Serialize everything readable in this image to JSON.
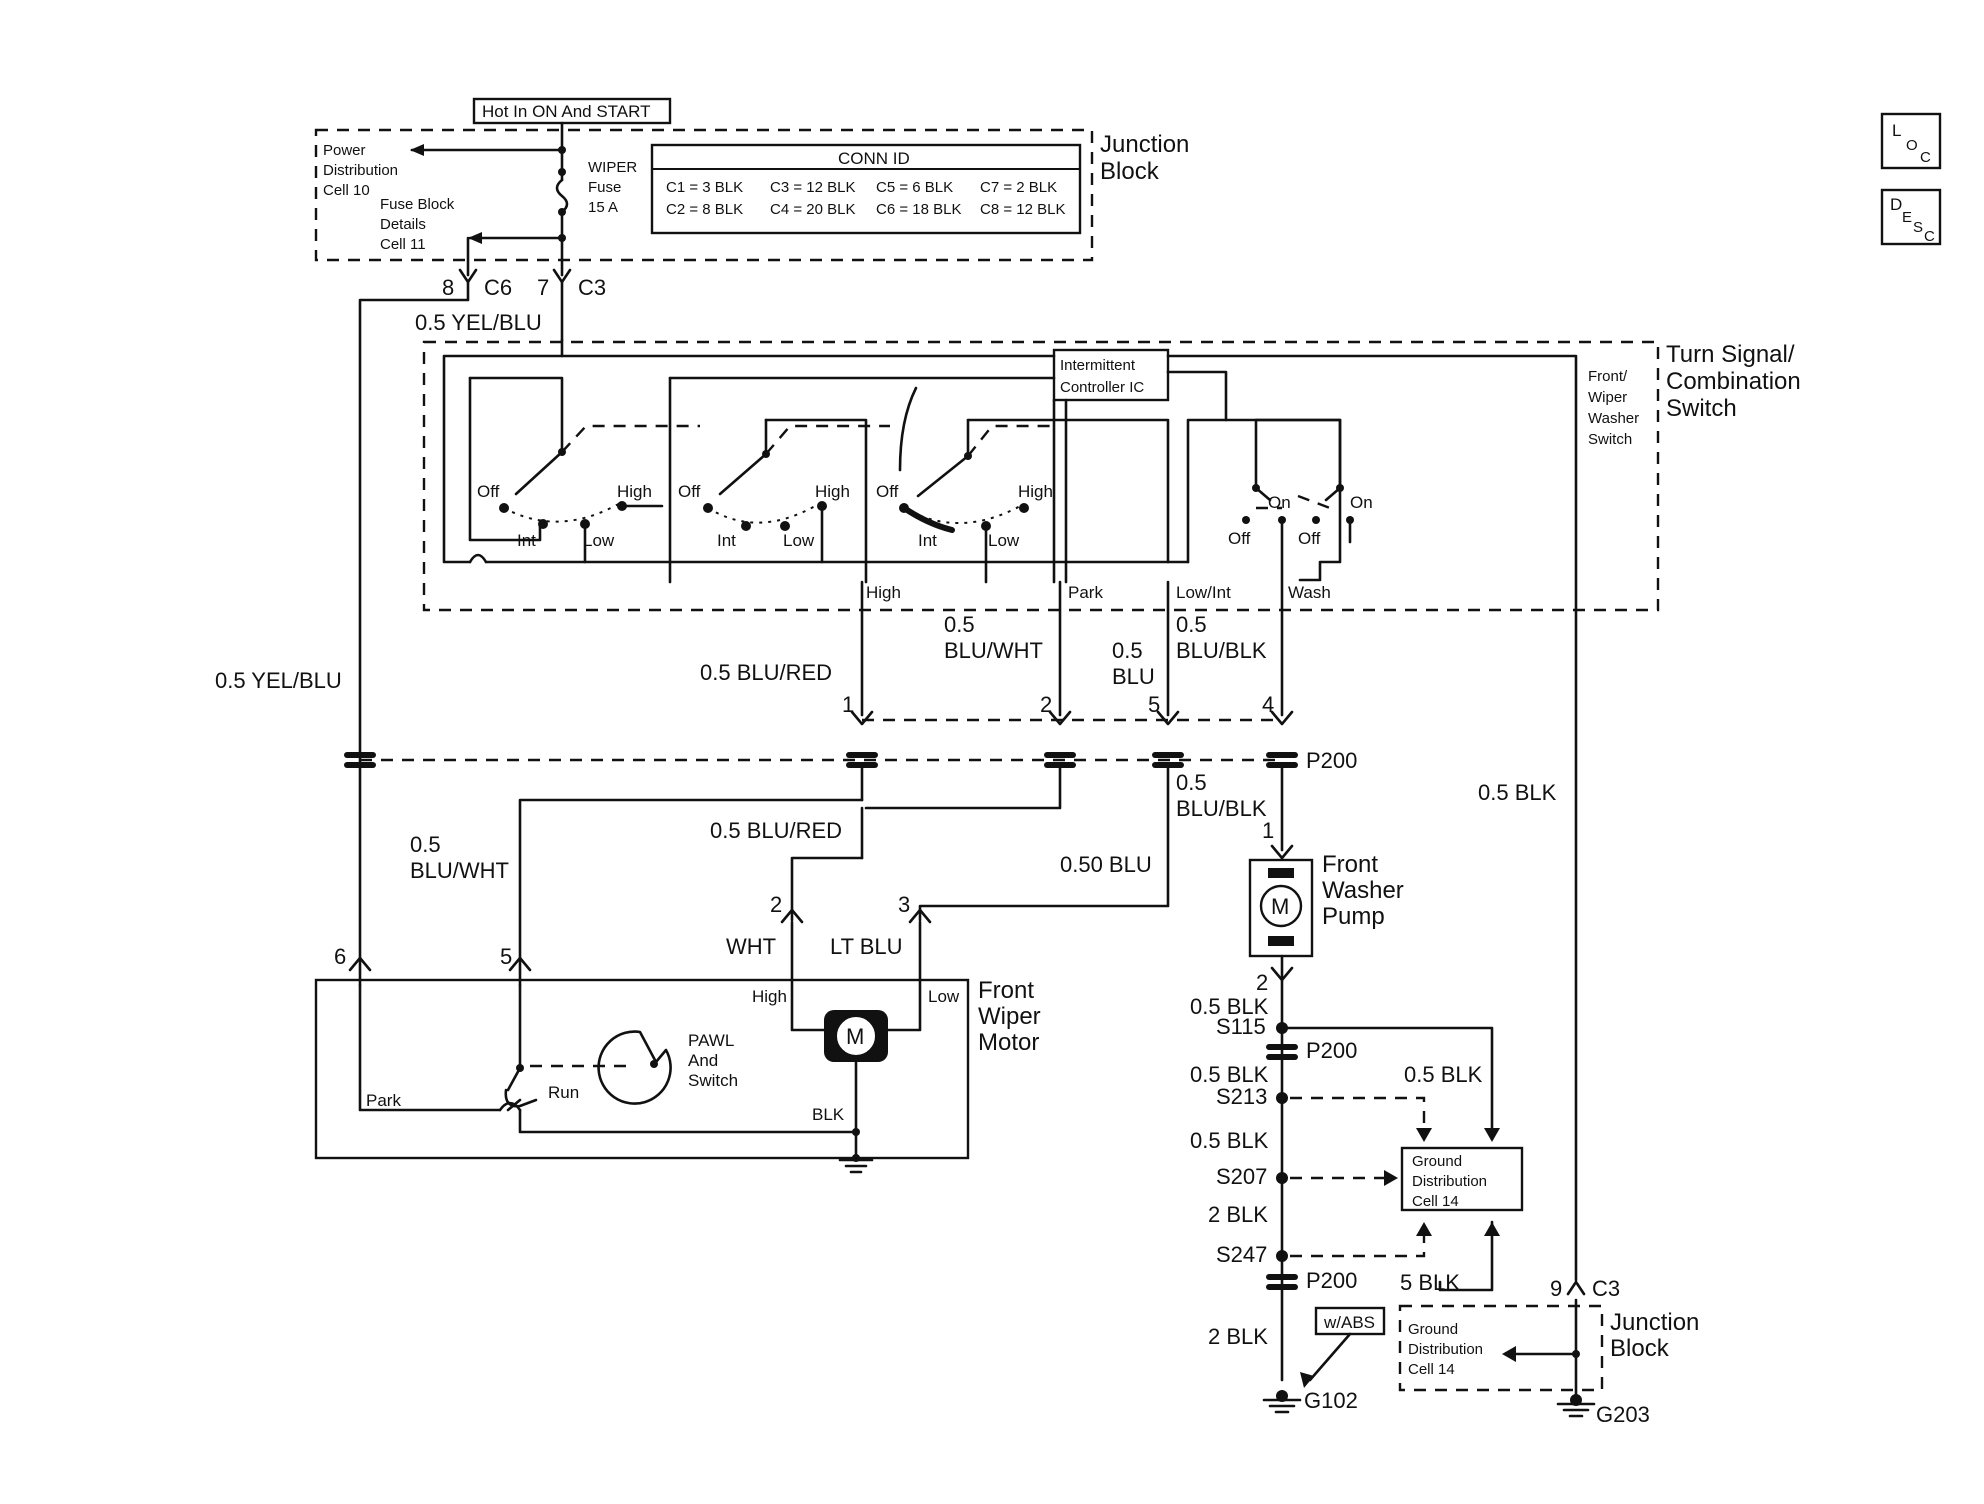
{
  "top": {
    "hot_label": "Hot In ON And START"
  },
  "junction_block": {
    "title_line1": "Junction",
    "title_line2": "Block",
    "power_dist": [
      "Power",
      "Distribution",
      "Cell 10"
    ],
    "fuse_block": [
      "Fuse Block",
      "Details",
      "Cell 11"
    ],
    "fuse": [
      "WIPER",
      "Fuse",
      "15 A"
    ],
    "conn_id_title": "CONN ID",
    "conn_id_row1": [
      "C1 = 3 BLK",
      "C3 = 12 BLK",
      "C5 = 6 BLK",
      "C7 = 2 BLK"
    ],
    "conn_id_row2": [
      "C2 = 8 BLK",
      "C4 = 20 BLK",
      "C6 = 18 BLK",
      "C8 = 12 BLK"
    ],
    "pin_c6": "8",
    "conn_c6": "C6",
    "pin_c3": "7",
    "conn_c3": "C3"
  },
  "side_buttons": {
    "loc": {
      "big": "L",
      "small": "O",
      "sub": "C"
    },
    "desc": {
      "big": "D",
      "small": "E",
      "mid": "S",
      "sub": "C"
    }
  },
  "switch": {
    "title": [
      "Turn Signal/",
      "Combination",
      "Switch"
    ],
    "sub_title": [
      "Front/",
      "Wiper",
      "Washer",
      "Switch"
    ],
    "ic_label": [
      "Intermittent",
      "Controller IC"
    ],
    "sec_labels": {
      "off": "Off",
      "high": "High",
      "int": "Int",
      "low": "Low",
      "on": "On"
    },
    "out_labels": [
      "High",
      "Park",
      "Low/Int",
      "Wash"
    ]
  },
  "wires": {
    "yel_blu_top": "0.5 YEL/BLU",
    "yel_blu_left": "0.5 YEL/BLU",
    "blu_red_top": "0.5 BLU/RED",
    "blu_wht_top": [
      "0.5",
      "BLU/WHT"
    ],
    "blu_top": [
      "0.5",
      "BLU"
    ],
    "blu_blk_top": [
      "0.5",
      "BLU/BLK"
    ],
    "blu_blk_mid": [
      "0.5",
      "BLU/BLK"
    ],
    "blu_wht_left": [
      "0.5",
      "BLU/WHT"
    ],
    "blu_red_mid": "0.5 BLU/RED",
    "blu_050": "0.50 BLU",
    "blk_right": "0.5 BLK",
    "wht": "WHT",
    "lt_blu": "LT BLU"
  },
  "p200": {
    "label": "P200",
    "pins": [
      "1",
      "2",
      "5",
      "4"
    ]
  },
  "washer_pump": {
    "pin_top": "1",
    "pin_bottom": "2",
    "title": [
      "Front",
      "Washer",
      "Pump"
    ],
    "motor": "M"
  },
  "wiper_motor": {
    "title": [
      "Front",
      "Wiper",
      "Motor"
    ],
    "pins": [
      "6",
      "5",
      "2",
      "3"
    ],
    "motor": "M",
    "high": "High",
    "low": "Low",
    "blk": "BLK",
    "park": "Park",
    "run": "Run",
    "pawl": [
      "PAWL",
      "And",
      "Switch"
    ]
  },
  "ground": {
    "s115_wire": "0.5 BLK",
    "s115": "S115",
    "p200a": "P200",
    "s213_wire": "0.5 BLK",
    "s213": "S213",
    "s207_wire": "0.5 BLK",
    "s207": "S207",
    "s247_wire": "2 BLK",
    "s247": "S247",
    "p200b": "P200",
    "blk_top_right": "0.5 BLK",
    "blk5": "5 BLK",
    "blk2": "2 BLK",
    "gd_box": [
      "Ground",
      "Distribution",
      "Cell 14"
    ],
    "wabs": "w/ABS",
    "g102": "G102",
    "pin9": "9",
    "c3": "C3",
    "jb_title": [
      "Junction",
      "Block"
    ],
    "gd_box2": [
      "Ground",
      "Distribution",
      "Cell 14"
    ],
    "g203": "G203"
  }
}
